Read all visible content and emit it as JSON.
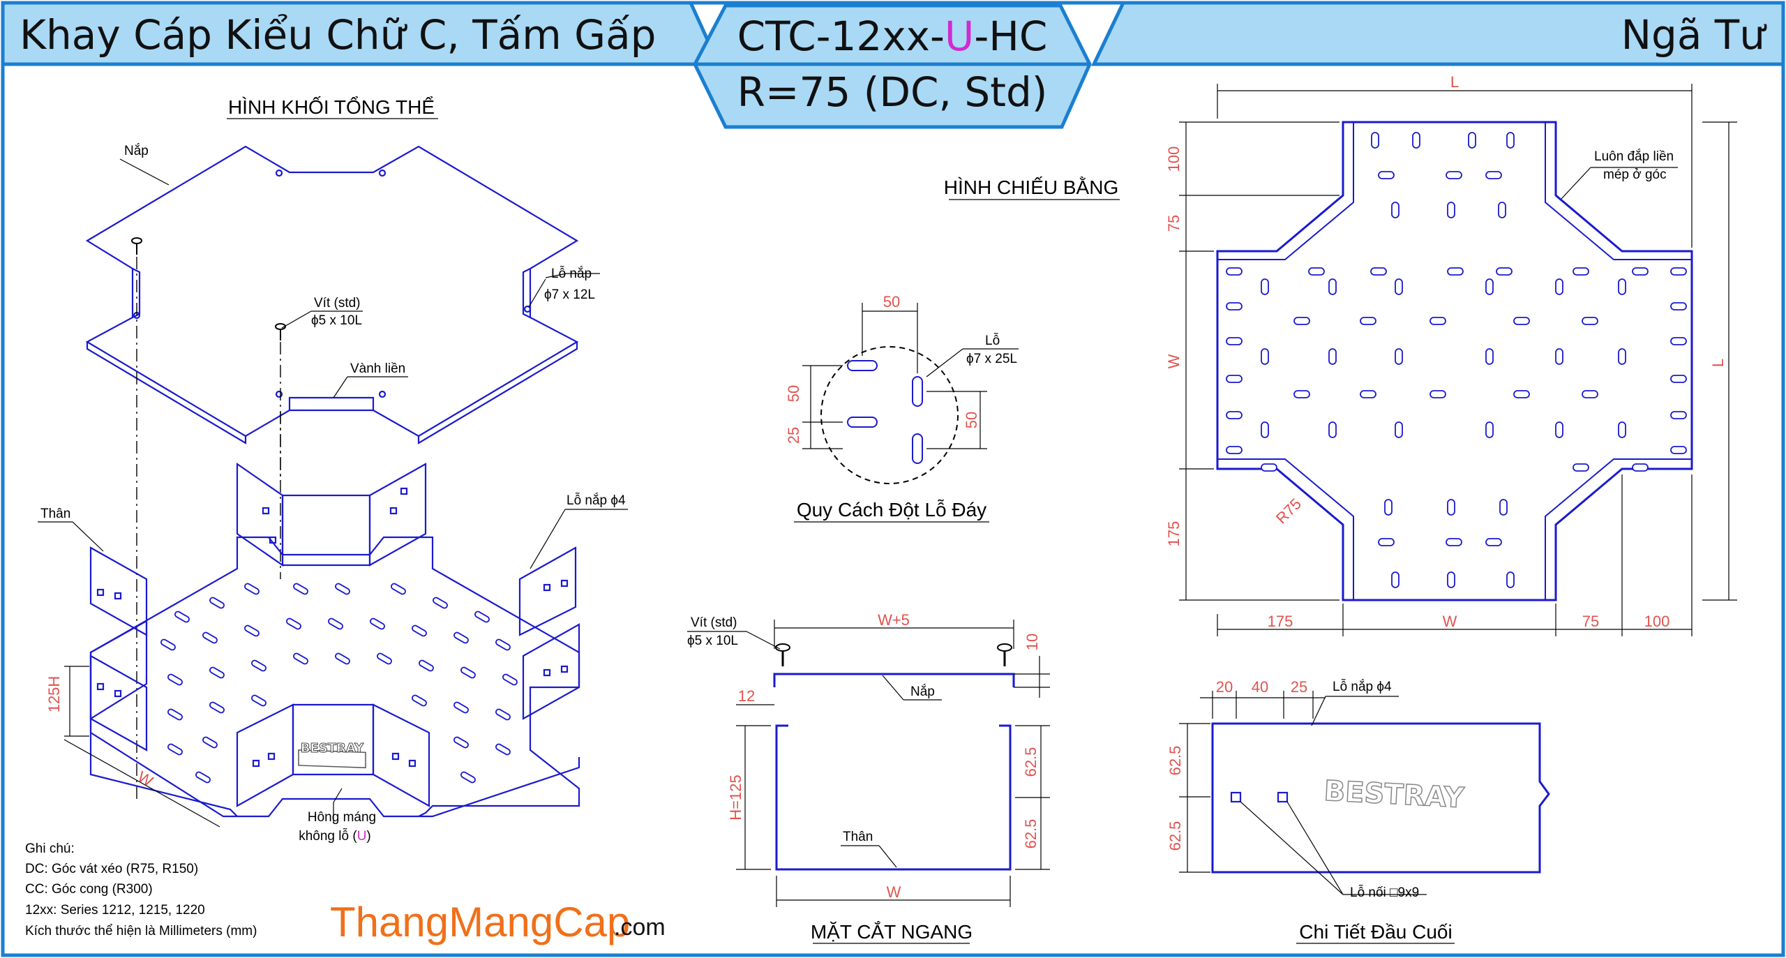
{
  "header": {
    "left_title": "Khay Cáp Kiểu Chữ C, Tấm Gấp",
    "code_pre": "CTC-12xx-",
    "code_u": "U",
    "code_post": "-HC",
    "radius": "R=75 (DC, Std)",
    "right_title": "Ngã Tư",
    "colors": {
      "band": "#a9d9f5",
      "border": "#1b7fd0",
      "accent": "#d02ad0"
    }
  },
  "iso_view": {
    "title": "HÌNH KHỐI TỔNG THỂ",
    "label_cover": "Nắp",
    "label_screw": "Vít (std)",
    "label_screw_size": "ϕ5 x 10L",
    "label_cover_hole": "Lỗ nắp",
    "label_cover_hole_size": "ϕ7 x 12L",
    "label_rim": "Vành liền",
    "label_body": "Thân",
    "label_cover_hole4": "Lỗ nắp ϕ4",
    "label_side_pre": "Hông máng",
    "label_side_post_pre": "không lỗ (",
    "label_side_u": "U",
    "label_side_post_end": ")",
    "dim_h": "125H",
    "dim_w": "W",
    "logo": "BESTRAY"
  },
  "notes": {
    "title": "Ghi chú:",
    "lines": [
      "DC: Góc vát xéo (R75, R150)",
      "CC: Góc cong (R300)",
      "12xx: Series 1212, 1215, 1220",
      "Kích thước thể hiện là Millimeters (mm)"
    ]
  },
  "brand": {
    "orange": "ThangMangCap",
    "black": ".com"
  },
  "hole_spec": {
    "title": "Quy Cách Đột Lỗ Đáy",
    "label_hole": "Lỗ",
    "label_hole_size": "ϕ7 x 25L",
    "dim_top": "50",
    "dim_left_a": "50",
    "dim_left_b": "25",
    "dim_right": "50"
  },
  "plan_view": {
    "title": "HÌNH CHIẾU BẰNG",
    "note_line1": "Luôn đắp liền",
    "note_line2": "mép ở góc",
    "dim_L_top": "L",
    "dim_L_right": "L",
    "dim_W_left": "W",
    "dim_100_top": "100",
    "dim_75_left": "75",
    "dim_175_left": "175",
    "dim_R75": "R75",
    "dim_bottom_175": "175",
    "dim_bottom_W": "W",
    "dim_bottom_75": "75",
    "dim_bottom_100": "100"
  },
  "section": {
    "title": "MẶT CẮT NGANG",
    "label_screw": "Vít (std)",
    "label_screw_size": "ϕ5 x 10L",
    "label_cover": "Nắp",
    "label_body": "Thân",
    "dim_W5": "W+5",
    "dim_10": "10",
    "dim_12": "12",
    "dim_H": "H=125",
    "dim_62a": "62.5",
    "dim_62b": "62.5",
    "dim_W": "W"
  },
  "end_detail": {
    "title": "Chi Tiết Đầu Cuối",
    "dim_20": "20",
    "dim_40": "40",
    "dim_25": "25",
    "label_cover_hole4": "Lỗ nắp ϕ4",
    "dim_62a": "62.5",
    "dim_62b": "62.5",
    "label_joint": "Lỗ nối",
    "label_joint_size": "9x9",
    "logo": "BESTRAY"
  }
}
